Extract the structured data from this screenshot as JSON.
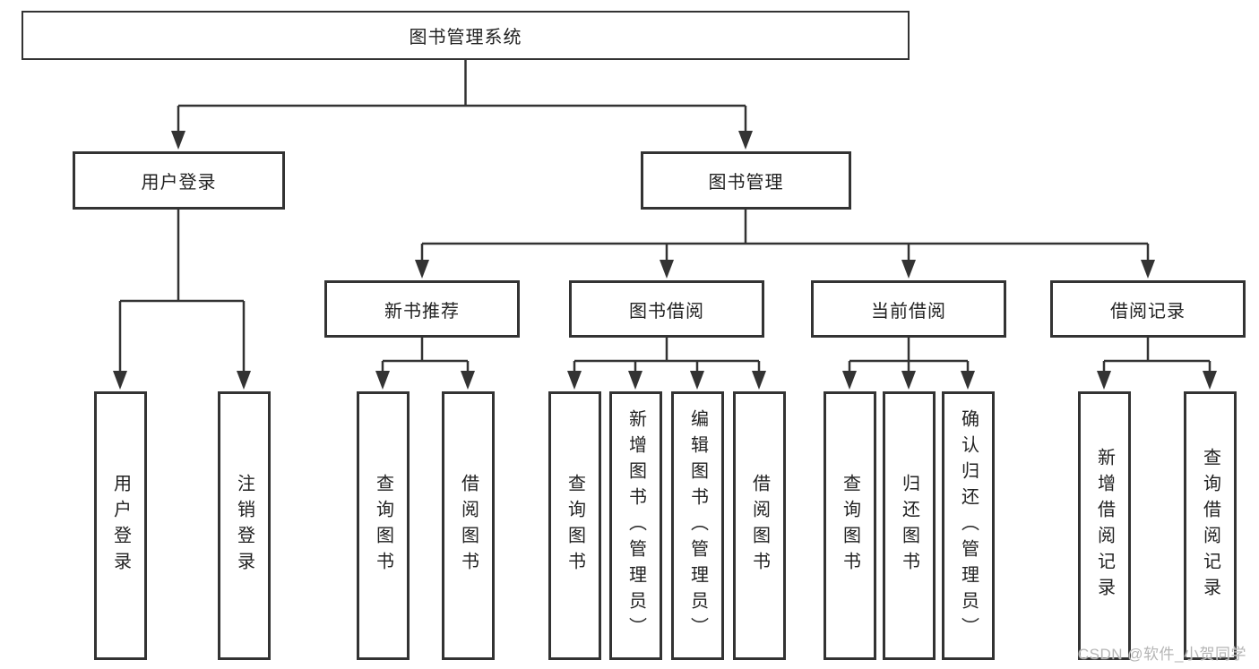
{
  "colors": {
    "line": "#333333",
    "box_border": "#333333",
    "box_background": "#ffffff",
    "text": "#222222",
    "watermark": "#b5b5b5"
  },
  "tree": {
    "root": {
      "label": "图书管理系统",
      "children": [
        {
          "label": "用户登录",
          "children": [
            {
              "label": "用户登录"
            },
            {
              "label": "注销登录"
            }
          ]
        },
        {
          "label": "图书管理",
          "children": [
            {
              "label": "新书推荐",
              "children": [
                {
                  "label": "查询图书"
                },
                {
                  "label": "借阅图书"
                }
              ]
            },
            {
              "label": "图书借阅",
              "children": [
                {
                  "label": "查询图书"
                },
                {
                  "label": "新增图书（管理员）"
                },
                {
                  "label": "编辑图书（管理员）"
                },
                {
                  "label": "借阅图书"
                }
              ]
            },
            {
              "label": "当前借阅",
              "children": [
                {
                  "label": "查询图书"
                },
                {
                  "label": "归还图书"
                },
                {
                  "label": "确认归还（管理员）"
                }
              ]
            },
            {
              "label": "借阅记录",
              "children": [
                {
                  "label": "新增借阅记录"
                },
                {
                  "label": "查询借阅记录"
                }
              ]
            }
          ]
        }
      ]
    }
  },
  "watermark": {
    "text": "CSDN @软件_小贺同学"
  }
}
